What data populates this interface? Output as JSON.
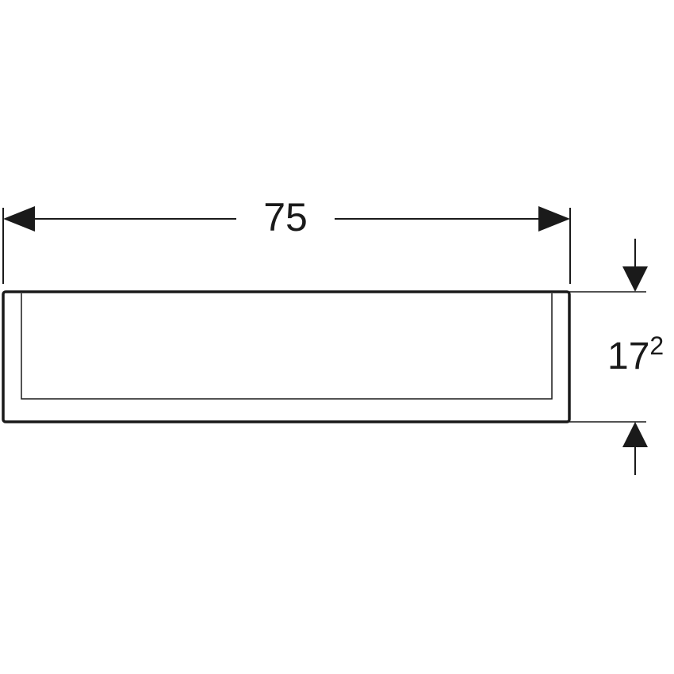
{
  "drawing": {
    "type": "technical dimension drawing (front view)",
    "stroke_color": "#1a1a1a",
    "background": "#ffffff"
  },
  "dimensions": {
    "width": {
      "label": "75",
      "orientation": "horizontal"
    },
    "height": {
      "label_main": "17",
      "label_superscript": "2",
      "orientation": "vertical"
    }
  }
}
